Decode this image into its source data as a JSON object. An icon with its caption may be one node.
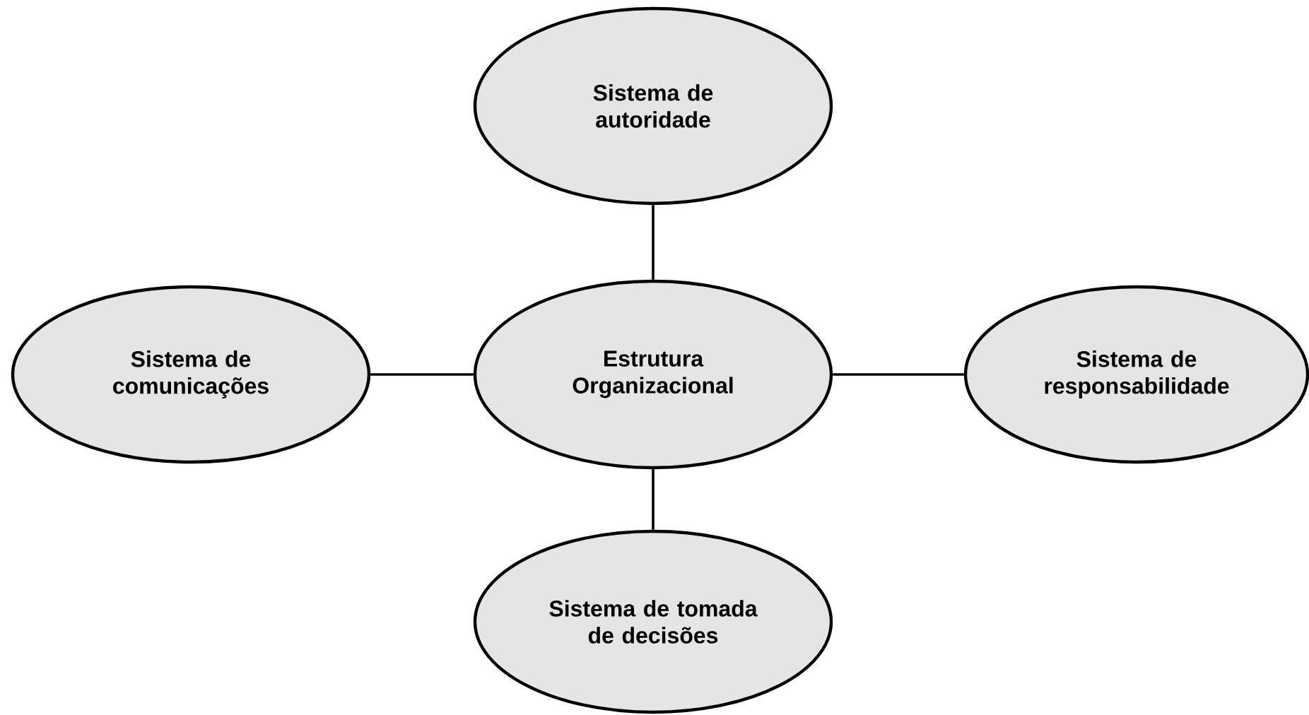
{
  "diagram": {
    "nodes": [
      {
        "text": [
          "Sistema de autoridade"
        ]
      },
      {
        "text": [
          "Sistema de comunicações"
        ]
      },
      {
        "text": [
          "Estrutura Organizacional"
        ]
      },
      {
        "text": [
          "Sistema de responsabilidade"
        ]
      },
      {
        "text": [
          "Sistema de tomada de decisões"
        ]
      }
    ],
    "edges": [
      {
        "from": 2,
        "to": 0,
        "arrow": "none"
      },
      {
        "from": 2,
        "to": 1,
        "arrow": "none"
      },
      {
        "from": 2,
        "to": 3,
        "arrow": "none"
      },
      {
        "from": 2,
        "to": 4,
        "arrow": "none"
      }
    ]
  }
}
